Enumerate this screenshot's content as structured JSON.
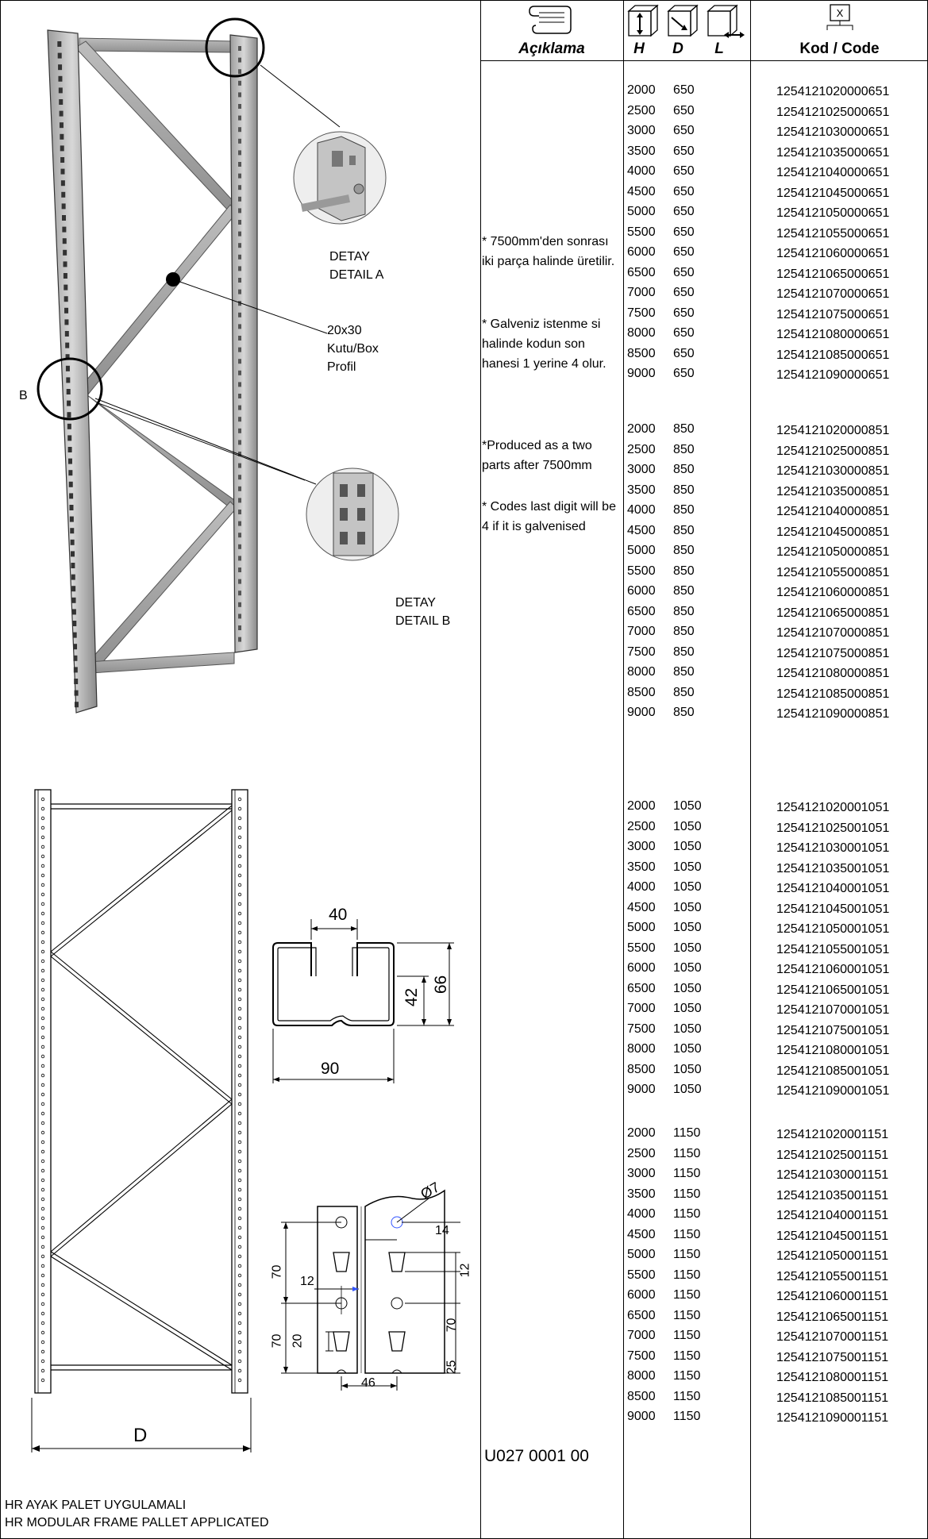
{
  "header": {
    "aciklama": "Açıklama",
    "h": "H",
    "d": "D",
    "l": "L",
    "code": "Kod / Code"
  },
  "icons": {
    "scroll": "scroll-icon",
    "height_box": "height-box-icon",
    "depth_box": "depth-box-icon",
    "length_box": "length-box-icon",
    "computer": "computer-code-icon",
    "computer_glyph": "X"
  },
  "notes": {
    "tr": "* 7500mm'den sonrası iki parça halinde üretilir.",
    "tr2": "* Galveniz istenme si halinde kodun son hanesi 1 yerine 4 olur.",
    "en": "*Produced as a two parts after 7500mm",
    "en2": "* Codes last digit will be 4 if it is galvenised"
  },
  "labels": {
    "detay_a_tr": "DETAY",
    "detay_a_en": "DETAIL A",
    "profile1": "20x30",
    "profile2": "Kutu/Box",
    "profile3": "Profil",
    "b": "B",
    "detay_b_tr": "DETAY",
    "detay_b_en": "DETAIL B",
    "d": "D",
    "dim40": "40",
    "dim66": "66",
    "dim42": "42",
    "dim90": "90",
    "dim7": "Ø7",
    "dim14": "14",
    "dim12a": "12",
    "dim12b": "12",
    "dim70a": "70",
    "dim70b": "70",
    "dim70c": "70",
    "dim20": "20",
    "dim25": "25",
    "dim46": "46"
  },
  "doc_no": "U027 0001 00",
  "title": {
    "tr": "HR AYAK PALET UYGULAMALI",
    "en": "HR MODULAR FRAME PALLET APPLICATED"
  },
  "groups": [
    {
      "rows": [
        {
          "h": "2000",
          "d": "650",
          "code": "1254121020000651"
        },
        {
          "h": "2500",
          "d": "650",
          "code": "1254121025000651"
        },
        {
          "h": "3000",
          "d": "650",
          "code": "1254121030000651"
        },
        {
          "h": "3500",
          "d": "650",
          "code": "1254121035000651"
        },
        {
          "h": "4000",
          "d": "650",
          "code": "1254121040000651"
        },
        {
          "h": "4500",
          "d": "650",
          "code": "1254121045000651"
        },
        {
          "h": "5000",
          "d": "650",
          "code": "1254121050000651"
        },
        {
          "h": "5500",
          "d": "650",
          "code": "1254121055000651"
        },
        {
          "h": "6000",
          "d": "650",
          "code": "1254121060000651"
        },
        {
          "h": "6500",
          "d": "650",
          "code": "1254121065000651"
        },
        {
          "h": "7000",
          "d": "650",
          "code": "1254121070000651"
        },
        {
          "h": "7500",
          "d": "650",
          "code": "1254121075000651"
        },
        {
          "h": "8000",
          "d": "650",
          "code": "1254121080000651"
        },
        {
          "h": "8500",
          "d": "650",
          "code": "1254121085000651"
        },
        {
          "h": "9000",
          "d": "650",
          "code": "1254121090000651"
        }
      ]
    },
    {
      "rows": [
        {
          "h": "2000",
          "d": "850",
          "code": "1254121020000851"
        },
        {
          "h": "2500",
          "d": "850",
          "code": "1254121025000851"
        },
        {
          "h": "3000",
          "d": "850",
          "code": "1254121030000851"
        },
        {
          "h": "3500",
          "d": "850",
          "code": "1254121035000851"
        },
        {
          "h": "4000",
          "d": "850",
          "code": "1254121040000851"
        },
        {
          "h": "4500",
          "d": "850",
          "code": "1254121045000851"
        },
        {
          "h": "5000",
          "d": "850",
          "code": "1254121050000851"
        },
        {
          "h": "5500",
          "d": "850",
          "code": "1254121055000851"
        },
        {
          "h": "6000",
          "d": "850",
          "code": "1254121060000851"
        },
        {
          "h": "6500",
          "d": "850",
          "code": "1254121065000851"
        },
        {
          "h": "7000",
          "d": "850",
          "code": "1254121070000851"
        },
        {
          "h": "7500",
          "d": "850",
          "code": "1254121075000851"
        },
        {
          "h": "8000",
          "d": "850",
          "code": "1254121080000851"
        },
        {
          "h": "8500",
          "d": "850",
          "code": "1254121085000851"
        },
        {
          "h": "9000",
          "d": "850",
          "code": "1254121090000851"
        }
      ]
    },
    {
      "rows": [
        {
          "h": "2000",
          "d": "1050",
          "code": "1254121020001051"
        },
        {
          "h": "2500",
          "d": "1050",
          "code": "1254121025001051"
        },
        {
          "h": "3000",
          "d": "1050",
          "code": "1254121030001051"
        },
        {
          "h": "3500",
          "d": "1050",
          "code": "1254121035001051"
        },
        {
          "h": "4000",
          "d": "1050",
          "code": "1254121040001051"
        },
        {
          "h": "4500",
          "d": "1050",
          "code": "1254121045001051"
        },
        {
          "h": "5000",
          "d": "1050",
          "code": "1254121050001051"
        },
        {
          "h": "5500",
          "d": "1050",
          "code": "1254121055001051"
        },
        {
          "h": "6000",
          "d": "1050",
          "code": "1254121060001051"
        },
        {
          "h": "6500",
          "d": "1050",
          "code": "1254121065001051"
        },
        {
          "h": "7000",
          "d": "1050",
          "code": "1254121070001051"
        },
        {
          "h": "7500",
          "d": "1050",
          "code": "1254121075001051"
        },
        {
          "h": "8000",
          "d": "1050",
          "code": "1254121080001051"
        },
        {
          "h": "8500",
          "d": "1050",
          "code": "1254121085001051"
        },
        {
          "h": "9000",
          "d": "1050",
          "code": "1254121090001051"
        }
      ]
    },
    {
      "rows": [
        {
          "h": "2000",
          "d": "1150",
          "code": "1254121020001151"
        },
        {
          "h": "2500",
          "d": "1150",
          "code": "1254121025001151"
        },
        {
          "h": "3000",
          "d": "1150",
          "code": "1254121030001151"
        },
        {
          "h": "3500",
          "d": "1150",
          "code": "1254121035001151"
        },
        {
          "h": "4000",
          "d": "1150",
          "code": "1254121040001151"
        },
        {
          "h": "4500",
          "d": "1150",
          "code": "1254121045001151"
        },
        {
          "h": "5000",
          "d": "1150",
          "code": "1254121050001151"
        },
        {
          "h": "5500",
          "d": "1150",
          "code": "1254121055001151"
        },
        {
          "h": "6000",
          "d": "1150",
          "code": "1254121060001151"
        },
        {
          "h": "6500",
          "d": "1150",
          "code": "1254121065001151"
        },
        {
          "h": "7000",
          "d": "1150",
          "code": "1254121070001151"
        },
        {
          "h": "7500",
          "d": "1150",
          "code": "1254121075001151"
        },
        {
          "h": "8000",
          "d": "1150",
          "code": "1254121080001151"
        },
        {
          "h": "8500",
          "d": "1150",
          "code": "1254121085001151"
        },
        {
          "h": "9000",
          "d": "1150",
          "code": "1254121090001151"
        }
      ]
    }
  ]
}
